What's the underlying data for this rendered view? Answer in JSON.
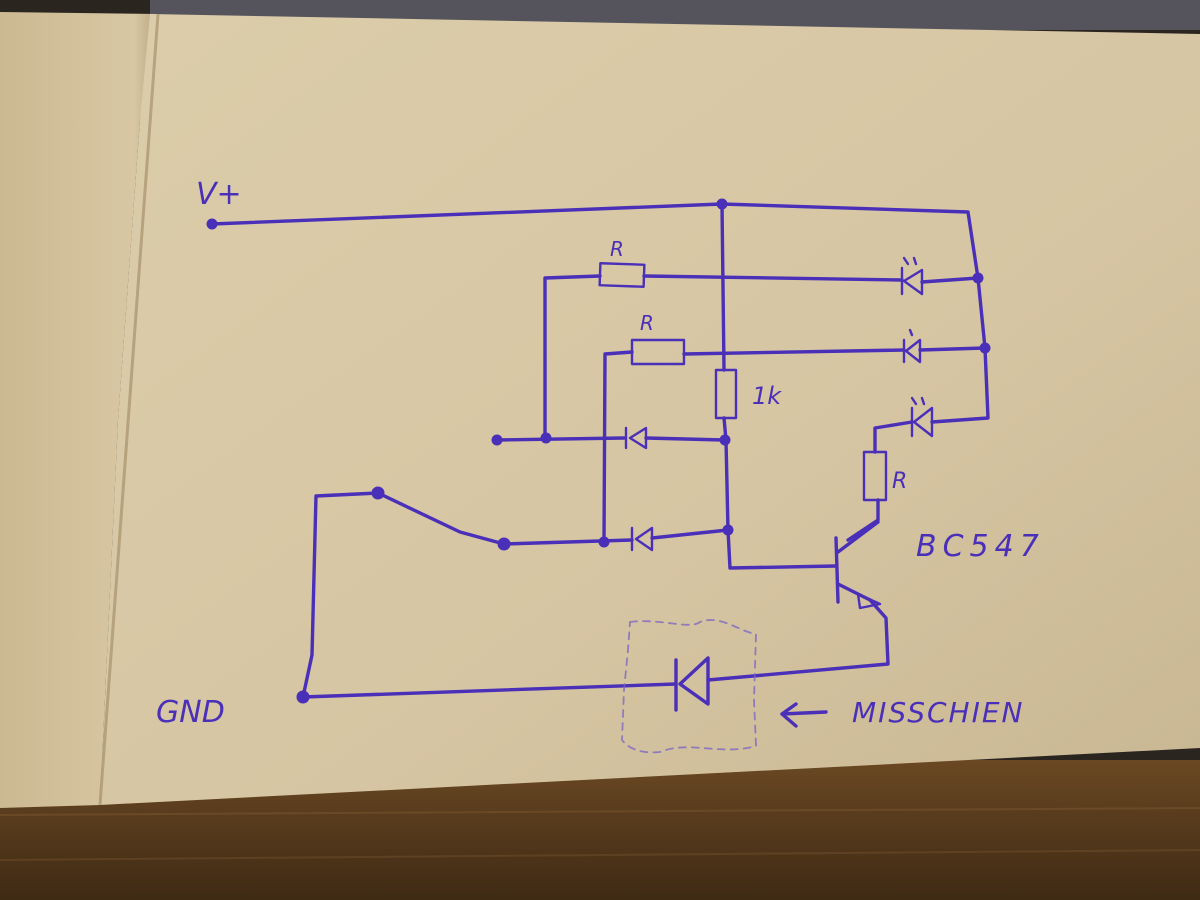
{
  "labels": {
    "supply": "V+",
    "ground": "GND",
    "resistor_top": "R",
    "resistor_middle": "R",
    "resistor_1k": "1k",
    "resistor_collector": "R",
    "transistor": "BC547",
    "sensor_note": "MISSCHIEN",
    "arrow": "←"
  },
  "colors": {
    "ink": "#4a2fb8",
    "paper": "#d8c8a6",
    "desk": "#5b3d1f"
  }
}
